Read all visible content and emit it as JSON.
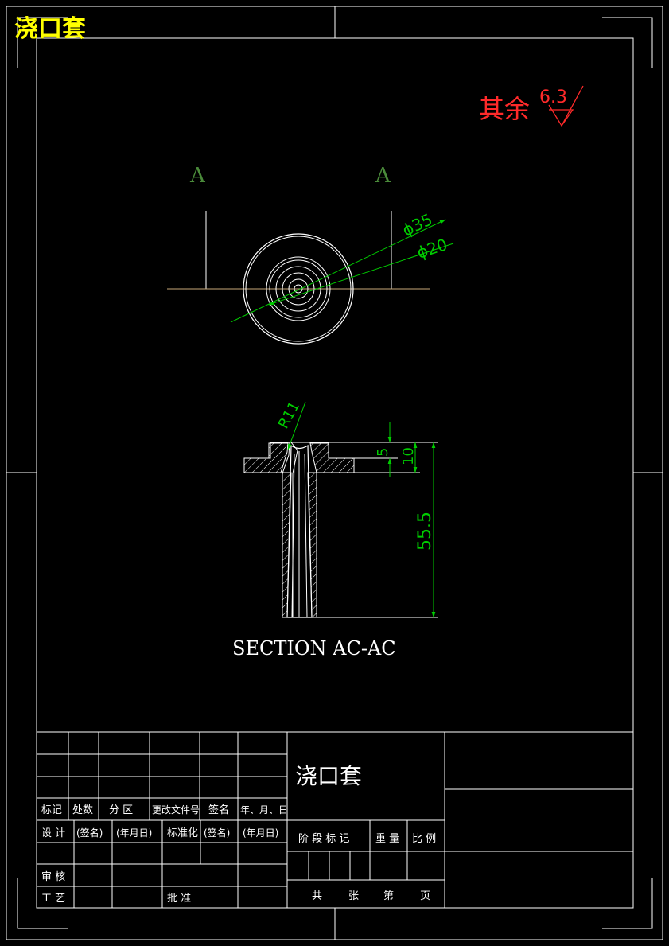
{
  "drawing_title": "浇口套",
  "surface_finish": {
    "label": "其余",
    "value": "6.3"
  },
  "section_markers": {
    "left": "A",
    "right": "A"
  },
  "dimensions": {
    "outer_diameter": "ϕ35",
    "inner_diameter": "ϕ20",
    "radius": "R11",
    "flange_step": "5",
    "flange_thickness": "10",
    "total_length": "55.5"
  },
  "section_caption": "SECTION AC-AC",
  "title_block": {
    "part_name": "浇口套",
    "rev_headers": [
      "标记",
      "处数",
      "分 区",
      "更改文件号",
      "签名",
      "年、月、日"
    ],
    "design_row": [
      "设 计",
      "(签名)",
      "(年月日)",
      "标准化",
      "(签名)",
      "(年月日)"
    ],
    "review_label": "审 核",
    "process_label": "工 艺",
    "approve_label": "批 准",
    "stage_header": [
      "阶 段 标 记",
      "重 量",
      "比 例"
    ],
    "sheet_footer": [
      "共",
      "张",
      "第",
      "页"
    ]
  },
  "colors": {
    "frame": "#ffffff",
    "dimension": "#00cc00",
    "title_text": "#ffff00",
    "section_marker": "#4a8a3a",
    "centerline": "#c8a878",
    "finish_mark": "#ff2a2a"
  }
}
